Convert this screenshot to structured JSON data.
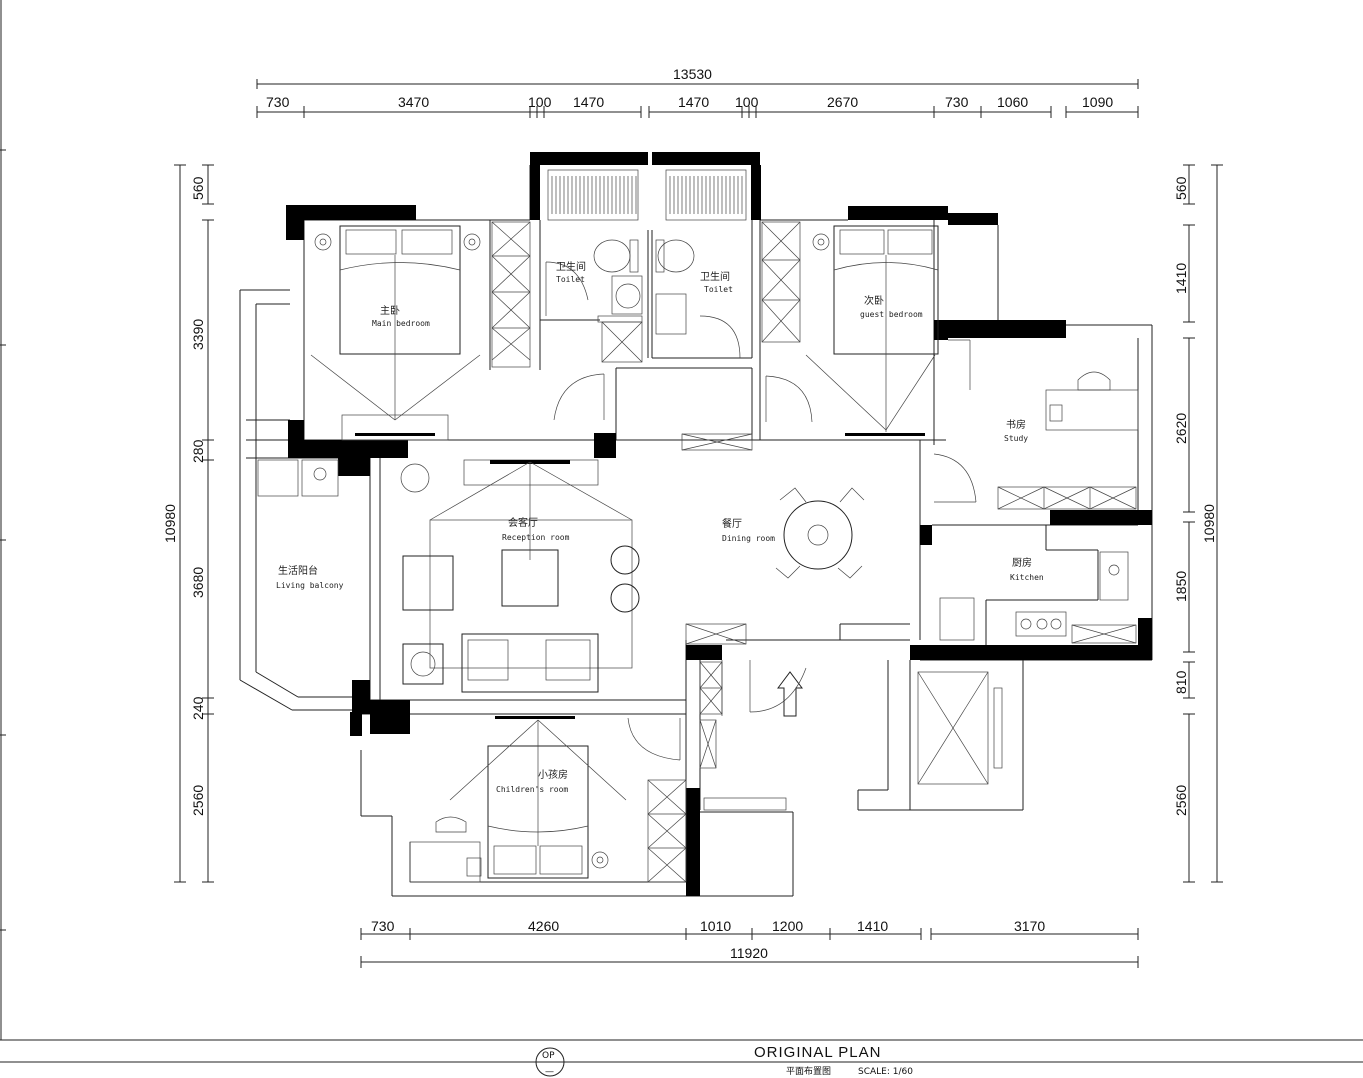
{
  "dimensions": {
    "top_total": "13530",
    "top_segments": [
      "730",
      "3470",
      "100",
      "1470",
      "1470",
      "100",
      "2670",
      "730",
      "1060",
      "1090"
    ],
    "bottom_segments": [
      "730",
      "4260",
      "1010",
      "1200",
      "1410",
      "3170"
    ],
    "bottom_total": "11920",
    "left_total": "10980",
    "left_segments": [
      "560",
      "3390",
      "280",
      "3680",
      "240",
      "2560"
    ],
    "right_total": "10980",
    "right_segments": [
      "560",
      "1410",
      "2620",
      "1850",
      "810",
      "2560"
    ]
  },
  "rooms": {
    "master_cn": "主卧",
    "master_en": "Main bedroom",
    "toilet1_cn": "卫生间",
    "toilet1_en": "Toilet",
    "toilet2_cn": "卫生间",
    "toilet2_en": "Toilet",
    "guest_cn": "次卧",
    "guest_en": "guest bedroom",
    "study_cn": "书房",
    "study_en": "Study",
    "living_balcony_cn": "生活阳台",
    "living_balcony_en": "Living balcony",
    "reception_cn": "会客厅",
    "reception_en": "Reception room",
    "dining_cn": "餐厅",
    "dining_en": "Dining room",
    "kitchen_cn": "厨房",
    "kitchen_en": "Kitchen",
    "children_cn": "小孩房",
    "children_en": "Children's room"
  },
  "title_block": {
    "badge_top": "OP",
    "badge_bottom": "—",
    "title": "ORIGINAL PLAN",
    "subtitle": "平面布置图",
    "scale": "SCALE: 1/60"
  }
}
